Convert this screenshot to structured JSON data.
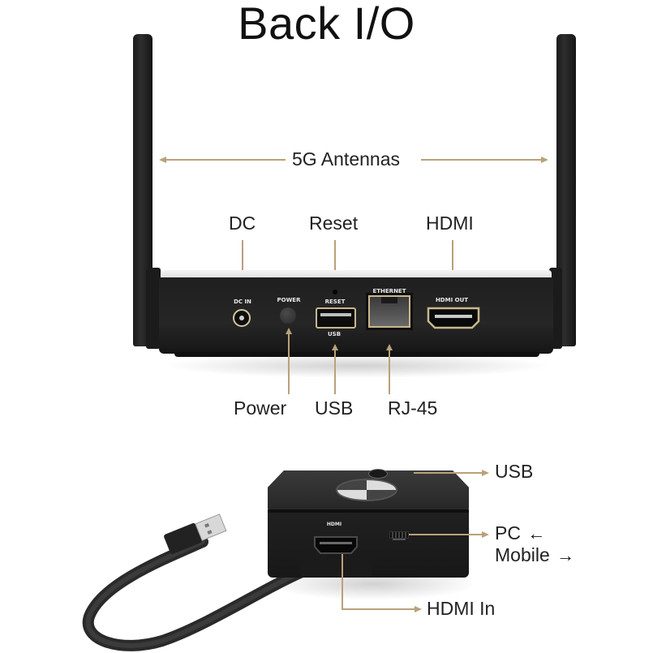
{
  "title": "Back I/O",
  "colors": {
    "leader_line": "#b9a17a",
    "device_body": "#1f1f1f",
    "port_trim": "#c9b78d",
    "text": "#222222"
  },
  "transmitter": {
    "antennas_label": "5G Antennas",
    "top_callouts": [
      {
        "label": "DC"
      },
      {
        "label": "Reset"
      },
      {
        "label": "HDMI"
      }
    ],
    "bottom_callouts": [
      {
        "label": "Power"
      },
      {
        "label": "USB"
      },
      {
        "label": "RJ-45"
      }
    ],
    "port_labels": {
      "dc_in": "DC IN",
      "power": "POWER",
      "reset": "RESET",
      "usb": "USB",
      "ethernet": "ETHERNET",
      "hdmi_out": "HDMI OUT"
    }
  },
  "receiver": {
    "port_labels": {
      "hdmi": "HDMI"
    },
    "callouts": [
      {
        "label": "USB"
      },
      {
        "label": "PC",
        "arrow": "←"
      },
      {
        "label": "Mobile",
        "arrow": "→"
      },
      {
        "label": "HDMI In"
      }
    ]
  }
}
